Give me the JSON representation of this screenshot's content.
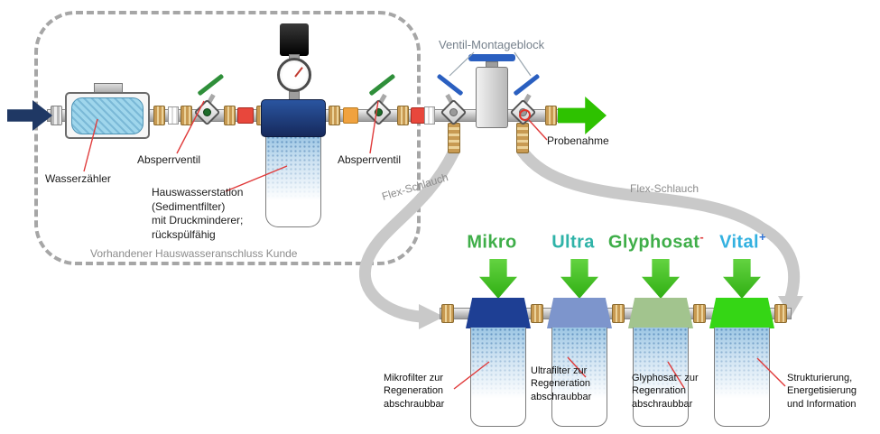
{
  "diagram": {
    "boundary_label": "Vorhandener Hauswasseranschluss Kunde",
    "component_labels": {
      "wasserzaehler": "Wasserzähler",
      "absperrventil_links": "Absperrventil",
      "absperrventil_rechts": "Absperrventil",
      "hauswasserstation": "Hauswasserstation\n(Sedimentfilter)\nmit Druckminderer;\nrückspülfähig",
      "ventil_montageblock": "Ventil-Montageblock",
      "probenahme": "Probenahme",
      "flex_schlauch_links": "Flex-Schlauch",
      "flex_schlauch_rechts": "Flex-Schlauch"
    },
    "colors": {
      "inlet_arrow": "#1f3864",
      "outlet_arrow": "#2ec200",
      "feed_arrow_green": "#3fc421",
      "hose_gray": "#c9c9c9",
      "callout_red": "#e03a3a",
      "boundary_dash": "#a6a6a6"
    },
    "filters": [
      {
        "title": "Mikro",
        "sup": "",
        "title_color": "#3fae49",
        "sup_color": "#3fae49",
        "cap_color": "#1e3f94",
        "caption": "Mikrofilter zur\nRegeneration\nabschraubbar"
      },
      {
        "title": "Ultra",
        "sup": "",
        "title_color": "#2fb3a8",
        "sup_color": "#2fb3a8",
        "cap_color": "#7d95cc",
        "caption": "Ultrafilter zur\nRegeneration\nabschraubbar"
      },
      {
        "title": "Glyphosat",
        "sup": "-",
        "title_color": "#3fae49",
        "sup_color": "#e03a3a",
        "cap_color": "#a2c48e",
        "caption": "Glyphosat⁻ zur\nRegenration\nabschraubbar"
      },
      {
        "title": "Vital",
        "sup": "+",
        "title_color": "#33b1e0",
        "sup_color": "#2a6fd4",
        "cap_color": "#35d615",
        "caption": "Strukturierung,\nEnergetisierung\nund Information"
      }
    ]
  }
}
